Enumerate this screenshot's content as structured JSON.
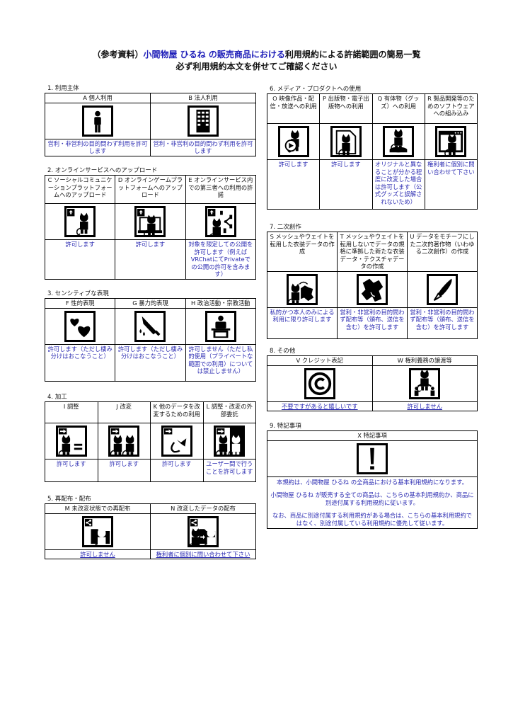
{
  "title": {
    "prefix": "（参考資料）",
    "highlight": "小間物屋 ひるね の販売商品における",
    "suffix": "利用規約による許諾範囲の簡易一覧",
    "line2": "必ず利用規約本文を併せてご確認ください"
  },
  "colors": {
    "text_blue": "#2b2bb2",
    "title_blue": "#1d1db8"
  },
  "s1": {
    "label": "1. 利用主体",
    "items": [
      {
        "head": "A 個人利用",
        "icon": "person-icon",
        "text": "営利・非営利の目的問わず利用を許可します"
      },
      {
        "head": "B 法人利用",
        "icon": "building-icon",
        "text": "営利・非営利の目的問わず利用を許可します"
      }
    ]
  },
  "s2": {
    "label": "2. オンラインサービスへのアップロード",
    "items": [
      {
        "head": "C ソーシャルコミュニケーションプラットフォームへのアップロード",
        "icon": "upload-cat-icon",
        "text": "許可します"
      },
      {
        "head": "D オンラインゲームプラットフォームへのアップロード",
        "icon": "upload-monitor-icon",
        "text": "許可します"
      },
      {
        "head": "E オンラインサービス内での第三者への利用の許諾",
        "icon": "upload-share-icon",
        "text": "対象を限定しての公開を許可します（例えばVRChatにてPrivateでの公開の許可を含みます）"
      }
    ]
  },
  "s3": {
    "label": "3. センシティブな表現",
    "items": [
      {
        "head": "F 性的表現",
        "icon": "hearts-icon",
        "text": "許可します（ただし棲み分けはおこなうこと）"
      },
      {
        "head": "G 暴力的表現",
        "icon": "knife-icon",
        "text": "許可します（ただし棲み分けはおこなうこと）"
      },
      {
        "head": "H 政治活動・宗教活動",
        "icon": "podium-icon",
        "text": "許可しません（ただし私的使用（プライベートな範囲での利用）については禁止しません）"
      }
    ]
  },
  "s4": {
    "label": "4. 加工",
    "items": [
      {
        "head": "I 調整",
        "icon": "adjust-icon",
        "text": "許可します"
      },
      {
        "head": "J 改変",
        "icon": "modify-icon",
        "text": "許可します"
      },
      {
        "head": "K 他のデータを改変するための利用",
        "icon": "reuse-icon",
        "text": "許可します"
      },
      {
        "head": "L 調整・改変の外部委託",
        "icon": "outsource-icon",
        "text": "ユーザー間で行うことを許可します"
      }
    ]
  },
  "s5": {
    "label": "5. 再配布・配布",
    "items": [
      {
        "head": "M 未改変状態での再配布",
        "icon": "redistribute-icon",
        "text": "許可しません"
      },
      {
        "head": "N 改変したデータの配布",
        "icon": "distribute-modified-icon",
        "text": "権利者に個別に問い合わせて下さい"
      }
    ]
  },
  "s6": {
    "label": "6. メディア・プロダクトへの使用",
    "items": [
      {
        "head": "O 映像作品・配信・放送への利用",
        "icon": "video-icon",
        "text": "許可します"
      },
      {
        "head": "P 出版物・電子出版物への利用",
        "icon": "publication-icon",
        "text": "許可します"
      },
      {
        "head": "Q 有体物（グッズ）への利用",
        "icon": "figure-icon",
        "text": "オリジナルと異なることが分かる程度に改変した場合は許可します（公式グッズと誤解されないため）"
      },
      {
        "head": "R 製品開発等のためのソフトウェアへの組み込み",
        "icon": "software-icon",
        "text": "権利者に個別に問い合わせて下さい"
      }
    ]
  },
  "s7": {
    "label": "7. 二次創作",
    "items": [
      {
        "head": "S メッシュやウェイトを転用した衣装データの作成",
        "icon": "outfit-transfer-icon",
        "text": "私的かつ本人のみによる利用に限り許可します"
      },
      {
        "head": "T メッシュやウェイトを転用しないでデータの規格に準拠した新たな衣装データ・テクスチャデータの作成",
        "icon": "outfit-icon",
        "text": "営利・非営利の目的問わず配布等（頒布、送信を含む）を許可します"
      },
      {
        "head": "U データをモチーフにした二次的著作物（いわゆる二次創作）の作成",
        "icon": "pen-icon",
        "text": "営利・非営利の目的問わず配布等（頒布、送信を含む）を許可します"
      }
    ]
  },
  "s8": {
    "label": "8. その他",
    "items": [
      {
        "head": "V クレジット表記",
        "icon": "copyright-icon",
        "text": "不要ですがあると嬉しいです"
      },
      {
        "head": "W 権利義務の譲渡等",
        "icon": "transfer-icon",
        "text": "許可しません"
      }
    ]
  },
  "s9": {
    "label": "9. 特記事項",
    "head": "X 特記事項",
    "icon": "exclamation-icon",
    "paragraphs": [
      "本規約は、小間物屋 ひるね の全商品における基本利用規約になります。",
      "小間物屋 ひるね が販売する全ての商品は、こちらの基本利用規約か、商品に別途付属する利用規約に従います。",
      "なお、商品に別途付属する利用規約がある場合は、こちらの基本利用規約ではなく、別途付属している利用規約に優先して従います。"
    ]
  }
}
